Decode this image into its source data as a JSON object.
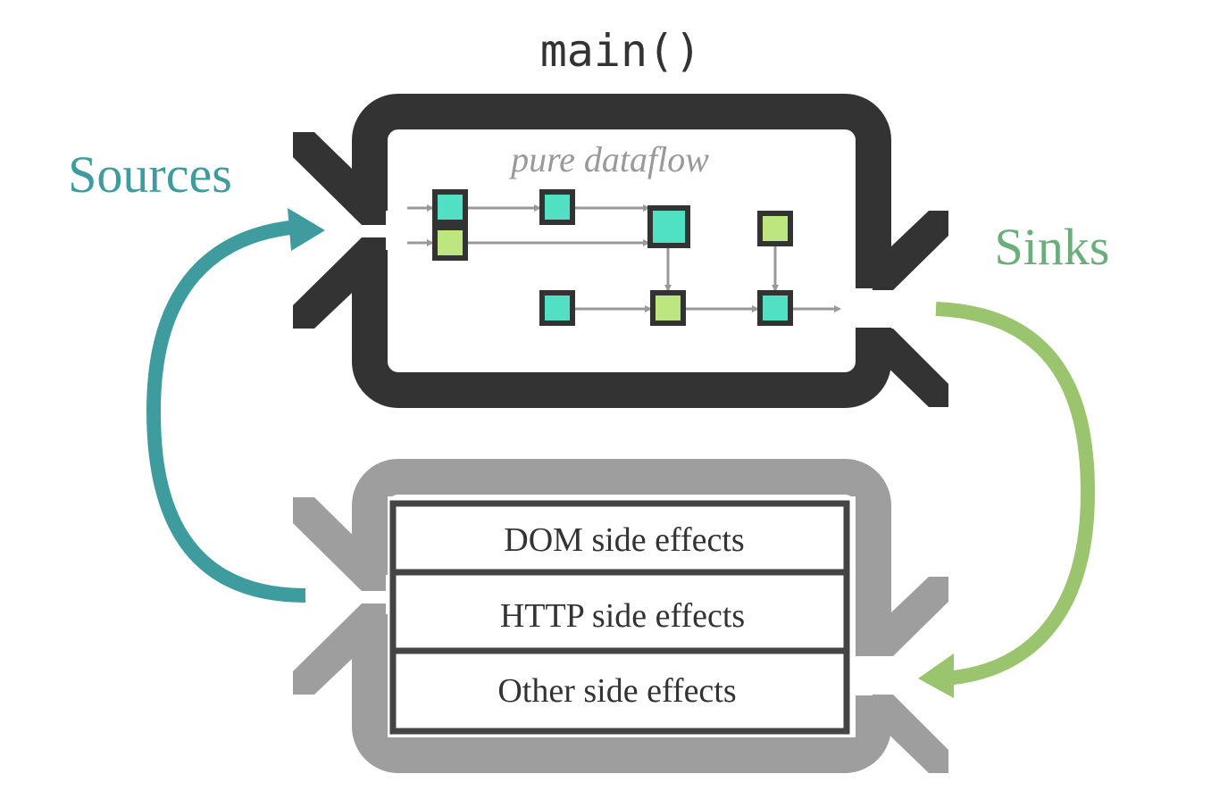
{
  "main_title": "main()",
  "main_subtitle": "pure dataflow",
  "sources_label": "Sources",
  "sinks_label": "Sinks",
  "drivers": [
    {
      "label": "DOM side effects"
    },
    {
      "label": "HTTP side effects"
    },
    {
      "label": "Other side effects"
    }
  ],
  "colors": {
    "main_box": "#333333",
    "drivers_box": "#9e9e9e",
    "sources_arrow": "#3f9c9e",
    "sinks_arrow": "#9ac56e",
    "node_teal": "#52e0c4",
    "node_lime": "#bde681",
    "flow_line": "#999999",
    "subtitle": "#999999",
    "driver_text": "#333333"
  }
}
